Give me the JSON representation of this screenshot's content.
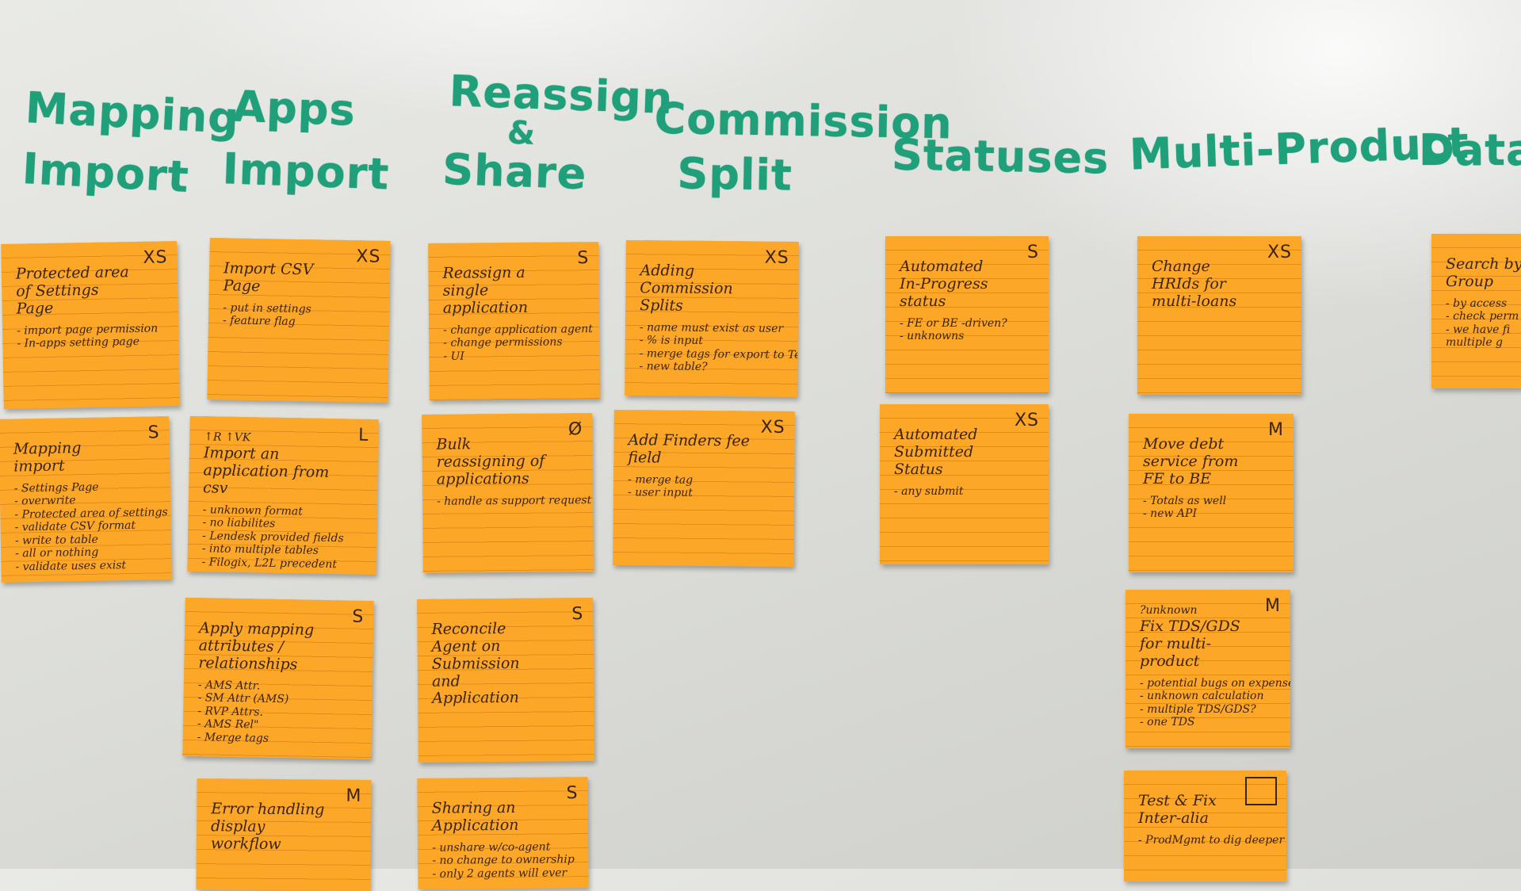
{
  "columns": [
    {
      "lines": [
        "Mapping",
        "Import"
      ]
    },
    {
      "lines": [
        "Apps",
        "Import"
      ]
    },
    {
      "lines": [
        "Reassign",
        "&",
        "Share"
      ]
    },
    {
      "lines": [
        "Commission",
        "Split"
      ]
    },
    {
      "lines": [
        "Statuses"
      ]
    },
    {
      "lines": [
        "Multi-Product"
      ]
    },
    {
      "lines": [
        "Data E"
      ]
    }
  ],
  "notes": [
    {
      "size": "XS",
      "title": "Protected area of Settings Page",
      "bullets": [
        "- import page permission",
        "- In-apps setting page"
      ]
    },
    {
      "size": "S",
      "title": "Mapping import",
      "bullets": [
        "- Settings Page",
        "- overwrite",
        "- Protected area of settings UI",
        "- validate CSV format",
        "- write to table",
        "- all or nothing",
        "- validate uses exist"
      ]
    },
    {
      "size": "XS",
      "title": "Import CSV Page",
      "bullets": [
        "- put in settings",
        "- feature flag"
      ]
    },
    {
      "size": "L",
      "prefix": "↑R ↑VK",
      "title": "Import an application from csv",
      "bullets": [
        "- unknown format",
        "- no liabilites",
        "- Lendesk provided fields",
        "- into multiple tables",
        "- Filogix, L2L precedent"
      ]
    },
    {
      "size": "S",
      "title": "Apply mapping attributes / relationships",
      "bullets": [
        "- AMS Attr.",
        "- SM Attr (AMS)",
        "- RVP Attrs.",
        "- AMS Rel\"",
        "- Merge tags"
      ]
    },
    {
      "size": "M",
      "title": "Error handling display workflow",
      "bullets": []
    },
    {
      "size": "S",
      "title": "Reassign a single application",
      "bullets": [
        "- change application agent",
        "- change permissions",
        "- UI"
      ]
    },
    {
      "size": "Ø",
      "title": "Bulk reassigning of applications",
      "bullets": [
        "- handle as support request"
      ]
    },
    {
      "size": "S",
      "title": "Reconcile Agent on Submission and Application",
      "bullets": []
    },
    {
      "size": "S",
      "title": "Sharing an Application",
      "bullets": [
        "- unshare w/co-agent",
        "- no change to ownership",
        "- only 2 agents will ever"
      ]
    },
    {
      "size": "XS",
      "title": "Adding Commission Splits",
      "bullets": [
        "- name must exist as user",
        "- % is input",
        "- merge tags for export to Textengy",
        "- new table?"
      ]
    },
    {
      "size": "XS",
      "title": "Add Finders fee field",
      "bullets": [
        "- merge tag",
        "- user input"
      ]
    },
    {
      "size": "S",
      "title": "Automated In-Progress status",
      "bullets": [
        "- FE or BE -driven?",
        "- unknowns"
      ]
    },
    {
      "size": "XS",
      "title": "Automated Submitted Status",
      "bullets": [
        "- any submit"
      ]
    },
    {
      "size": "XS",
      "title": "Change HRIds for multi-loans",
      "bullets": []
    },
    {
      "size": "M",
      "title": "Move debt service from FE to BE",
      "bullets": [
        "- Totals as well",
        "- new API"
      ]
    },
    {
      "size": "M",
      "prefix": "?unknown",
      "title": "Fix TDS/GDS for multi-product",
      "bullets": [
        "- potential bugs on expenses",
        "- unknown calculation",
        "- multiple TDS/GDS?",
        "- one TDS"
      ]
    },
    {
      "size": "",
      "title": "Test & Fix Inter-alia",
      "bullets": [
        "- ProdMgmt to dig deeper"
      ]
    },
    {
      "size": "",
      "title": "Search by Group",
      "bullets": [
        "- by access",
        "- check perm",
        "- we have fi",
        "multiple g"
      ]
    }
  ]
}
